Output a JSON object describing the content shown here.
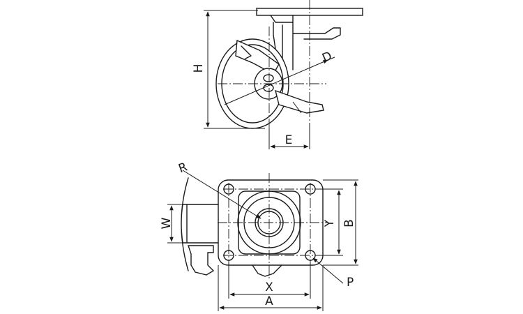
{
  "labels": {
    "H": "H",
    "D": "D",
    "E": "E",
    "R": "R",
    "W": "W",
    "Y": "Y",
    "B": "B",
    "X": "X",
    "A": "A",
    "P": "P"
  }
}
